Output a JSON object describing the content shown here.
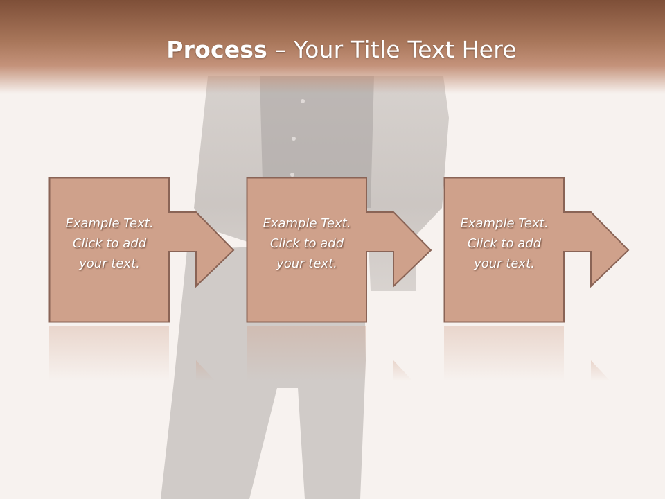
{
  "slide": {
    "title_bold": "Process",
    "title_sep": " – ",
    "title_rest": "Your Title Text Here"
  },
  "colors": {
    "header_dark": "#7e4f38",
    "header_light": "#c4927a",
    "step_fill": "#cfa18b",
    "step_stroke": "#8a6456",
    "background": "#f7f2ef"
  },
  "steps": [
    {
      "lines": [
        "Example Text.",
        "Click  to add",
        "your text."
      ]
    },
    {
      "lines": [
        "Example Text.",
        "Click  to add",
        "your text."
      ]
    },
    {
      "lines": [
        "Example Text.",
        "Click  to add",
        "your text."
      ]
    }
  ]
}
